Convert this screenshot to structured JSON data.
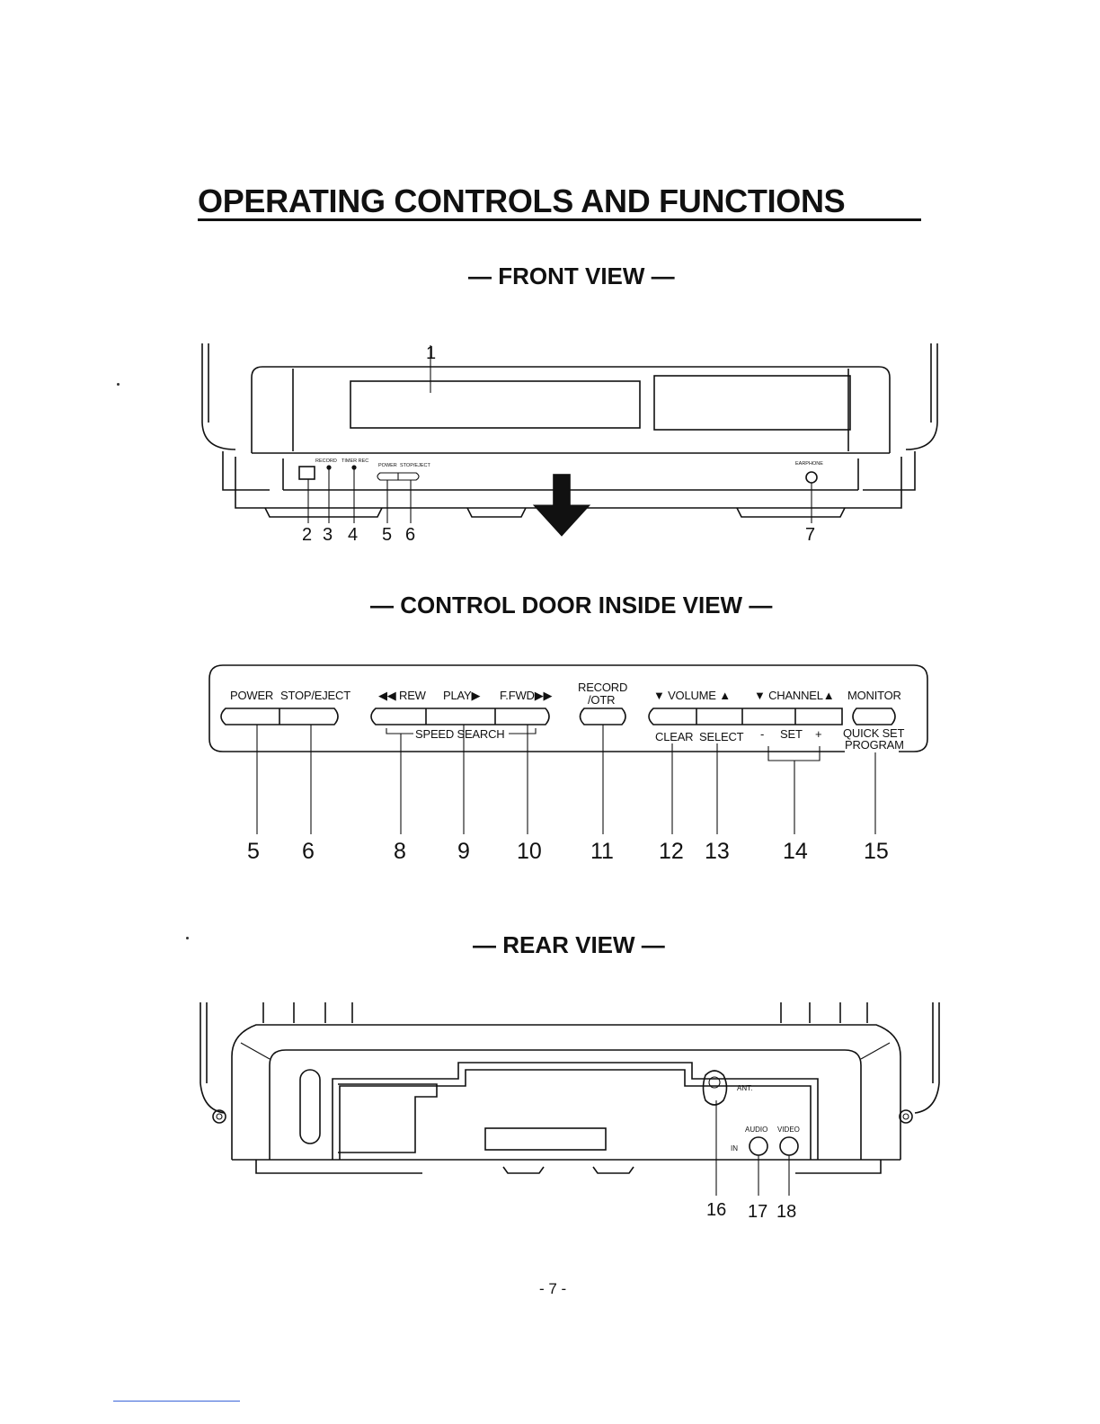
{
  "page": {
    "title": "OPERATING CONTROLS AND FUNCTIONS",
    "page_number": "- 7 -"
  },
  "front_view": {
    "heading": "— FRONT VIEW —",
    "small_labels": [
      "RECORD",
      "TIMER REC",
      "POWER",
      "STOP/EJECT",
      "EARPHONE"
    ],
    "callouts": [
      "1",
      "2",
      "3",
      "4",
      "5",
      "6",
      "7"
    ]
  },
  "control_door": {
    "heading": "— CONTROL DOOR INSIDE VIEW —",
    "labels": {
      "power": "POWER",
      "stop_eject": "STOP/EJECT",
      "rew": "◀◀ REW",
      "play": "PLAY▶",
      "ffwd": "F.FWD▶▶",
      "record_line1": "RECORD",
      "record_line2": "/OTR",
      "volume": "▼  VOLUME ▲",
      "channel": "▼ CHANNEL▲",
      "monitor": "MONITOR",
      "speed_search": "SPEED SEARCH",
      "clear": "CLEAR",
      "select": "SELECT",
      "minus": "-",
      "set": "SET",
      "plus": "+",
      "quick_set_line1": "QUICK SET",
      "quick_set_line2": "PROGRAM"
    },
    "callouts": [
      "5",
      "6",
      "8",
      "9",
      "10",
      "11",
      "12",
      "13",
      "14",
      "15"
    ]
  },
  "rear_view": {
    "heading": "— REAR VIEW —",
    "small_labels": {
      "ant": "ANT.",
      "audio": "AUDIO",
      "video": "VIDEO",
      "in": "IN"
    },
    "callouts": [
      "16",
      "17",
      "18"
    ]
  }
}
